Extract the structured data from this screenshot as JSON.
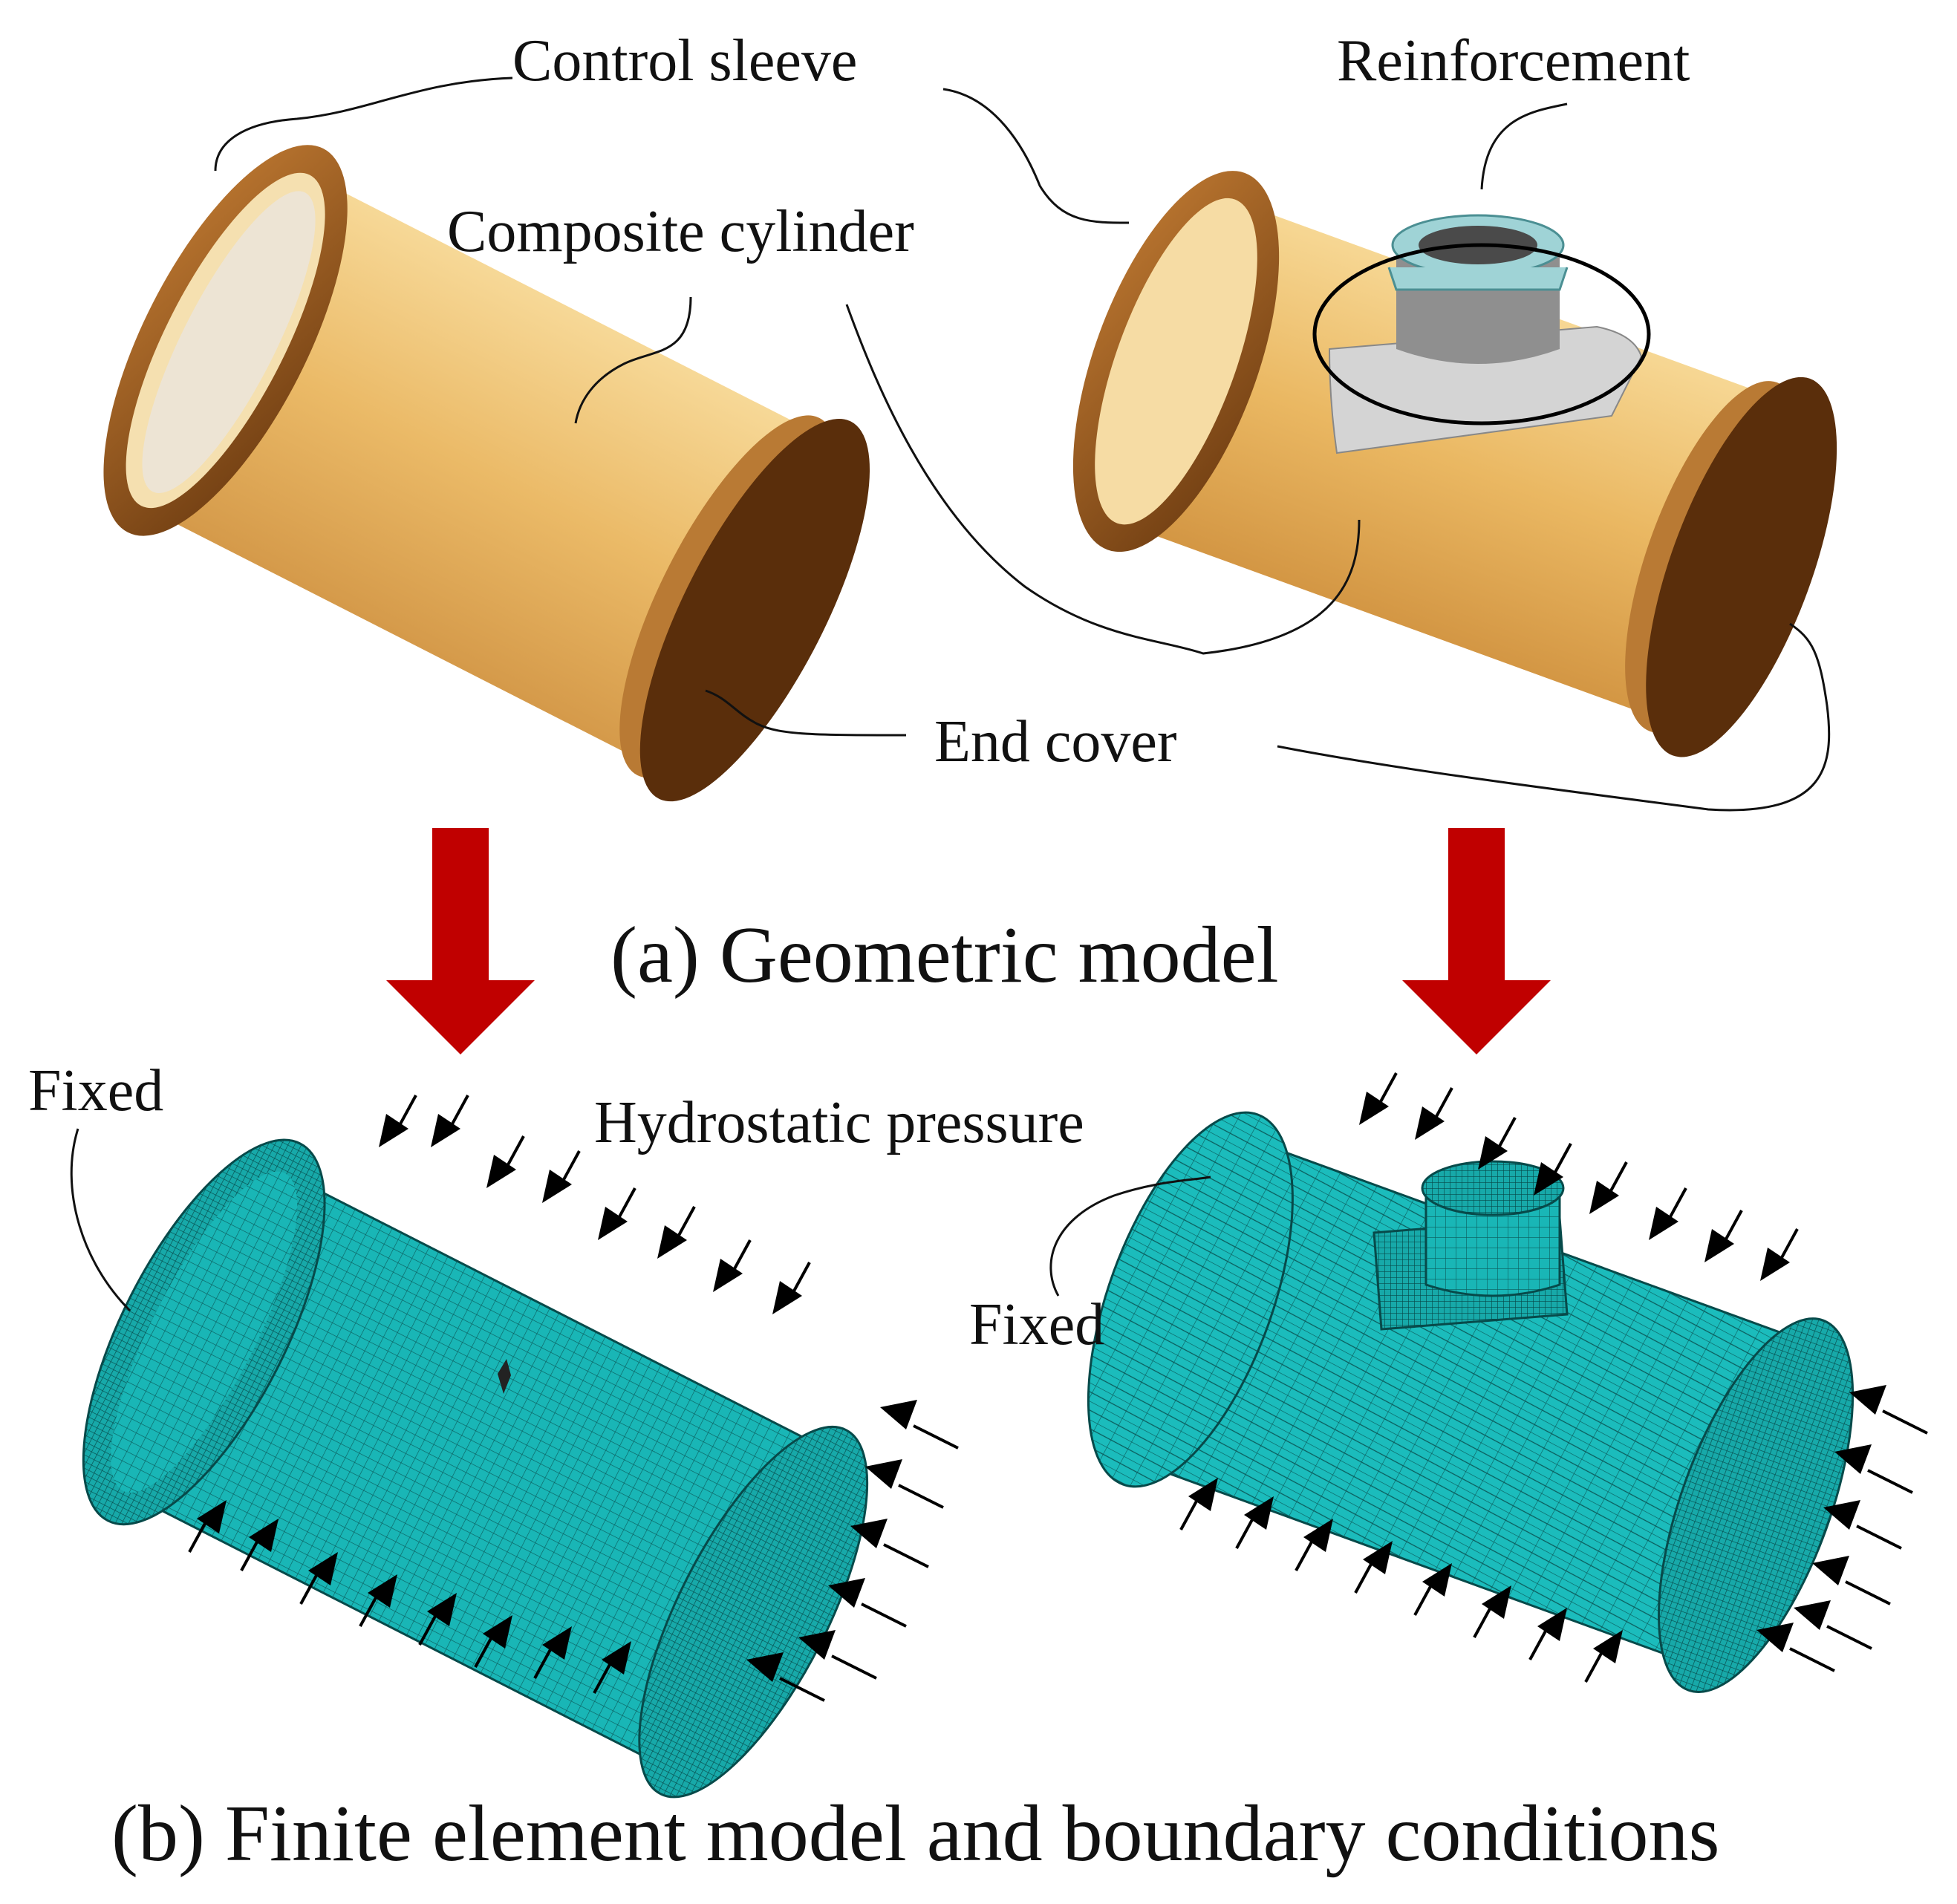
{
  "labels": {
    "control_sleeve": "Control sleeve",
    "reinforcement": "Reinforcement",
    "composite_cylinder": "Composite cylinder",
    "end_cover": "End cover",
    "fixed_left": "Fixed",
    "fixed_right": "Fixed",
    "hydrostatic_pressure": "Hydrostatic pressure"
  },
  "captions": {
    "a": "(a) Geometric model",
    "b": "(b) Finite element model and boundary conditions"
  },
  "colors": {
    "cylinder": "#e9b45a",
    "sleeve": "#8a4f1c",
    "end_cover": "#5a2e0b",
    "reinforcement": "#cfcfcf",
    "nozzle": "#9fd3d6",
    "mesh": "#19b6b6",
    "mesh_line": "#0b5b5b",
    "arrow_down": "#c00000"
  }
}
